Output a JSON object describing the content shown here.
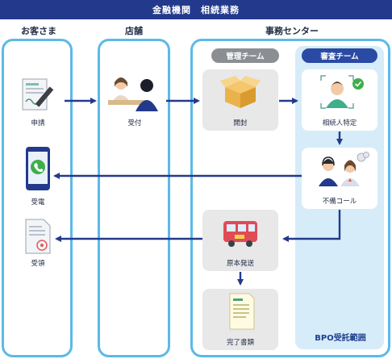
{
  "banner": {
    "title": "金融機関　相続業務"
  },
  "columns": {
    "customer": "お客さま",
    "branch": "店舗",
    "office": "事務センター"
  },
  "teams": {
    "management": "管理チーム",
    "review": "審査チーム"
  },
  "nodes": {
    "application": "申請",
    "reception": "受付",
    "opening": "開封",
    "heir_identification": "相続人特定",
    "deficiency_call": "不備コール",
    "call_received": "受電",
    "receipt": "受領",
    "original_return": "原本発送",
    "completed_documents": "完了書類"
  },
  "footer": {
    "scope": "BPO受託範囲"
  },
  "colors": {
    "banner": "#233a8c",
    "lane_border": "#5cb9e8",
    "team_panel": "#d6ecf9",
    "team_label_gray": "#8b8e93",
    "team_label_blue": "#2a4aa3",
    "arrow": "#233a8c",
    "card_gray": "#e8e8e8"
  }
}
